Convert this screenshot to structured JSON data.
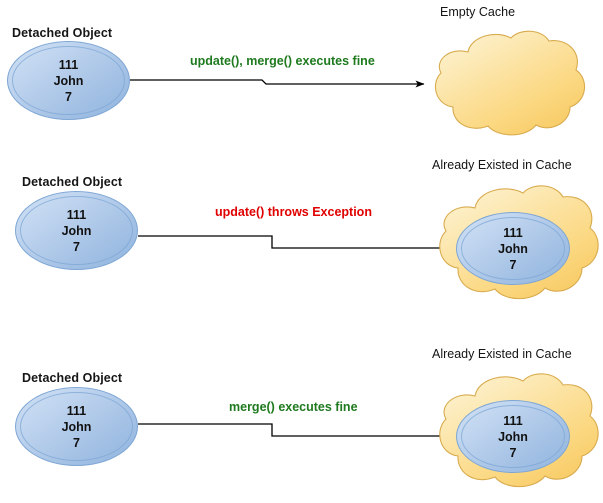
{
  "diagram": {
    "title_text_color": "#161616",
    "green": "#1f7a1f",
    "red": "#e00000",
    "ellipse_fill_top": "#cfe0f4",
    "ellipse_fill_bottom": "#8fb4de",
    "ellipse_border": "#7ea6d4",
    "cloud_fill_top": "#fdf1cc",
    "cloud_fill_bottom": "#f8cd68",
    "cloud_border": "#d8ab4e",
    "background": "#ffffff",
    "arrow_color": "#000000"
  },
  "object_record": {
    "id": "111",
    "name": "John",
    "value": "7"
  },
  "rows": [
    {
      "source_label": "Detached Object",
      "connector_label": "update(), merge() executes fine",
      "connector_label_color": "#1f7a1f",
      "cloud_title": "Empty Cache",
      "cloud_has_object": false,
      "cached_id": "",
      "cached_name": "",
      "cached_value": ""
    },
    {
      "source_label": "Detached Object",
      "connector_label": "update() throws Exception",
      "connector_label_color": "#e00000",
      "cloud_title": "Already Existed in Cache",
      "cloud_has_object": true,
      "cached_id": "111",
      "cached_name": "John",
      "cached_value": "7"
    },
    {
      "source_label": "Detached Object",
      "connector_label": "merge() executes fine",
      "connector_label_color": "#1f7a1f",
      "cloud_title": "Already Existed in Cache",
      "cloud_has_object": true,
      "cached_id": "111",
      "cached_name": "John",
      "cached_value": "7"
    }
  ]
}
